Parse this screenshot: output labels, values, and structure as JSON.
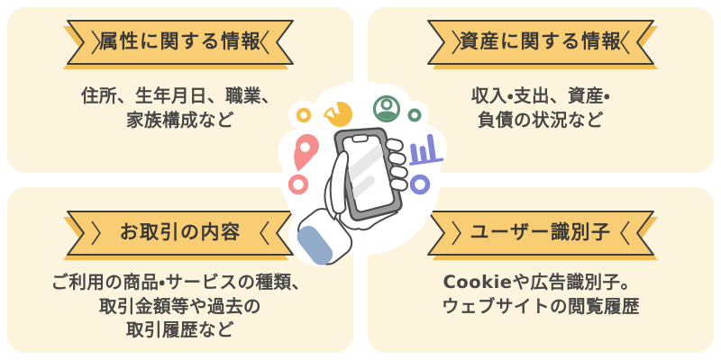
{
  "page": {
    "background": "#ffffff",
    "card_background": "#fdf4de"
  },
  "ribbon": {
    "fill": "#f8cd74",
    "shadow": "#f2bd57",
    "outline": "#3e3e3e"
  },
  "text_colors": {
    "ribbon_label": "#383838",
    "body": "#474747"
  },
  "cards": [
    {
      "title": "属性に関する情報",
      "lines": [
        "住所、生年月日、職業、",
        "家族構成など"
      ]
    },
    {
      "title": "資産に関する情報",
      "lines": [
        "収入・支出、資産・",
        "負債の状況など"
      ]
    },
    {
      "title": "お取引の内容",
      "lines": [
        "ご利用の商品・サービスの種類、",
        "取引金額等や過去の",
        "取引履歴など"
      ]
    },
    {
      "title": "ユーザー識別子",
      "lines": [
        "Cookieや広告識別子。",
        "ウェブサイトの閲覧履歴"
      ]
    }
  ],
  "illustration": {
    "icons": {
      "pie_chart": "#f5bd44",
      "user": "#5e9378",
      "bar_chart": "#8186d6",
      "location_pin": "#f68e8e",
      "donut_yellow": "#f5bd44",
      "donut_pink": "#f68e8e",
      "donut_green": "#5e9378",
      "donut_purple": "#8186d6",
      "phone_frame": "#9b9b9b",
      "phone_screen": "#ffffff",
      "screen_reflection": "#e8e8e8",
      "sleeve_cuff": "#92abc9",
      "outline": "#4a4a4a",
      "blob": "#ffffff"
    }
  }
}
